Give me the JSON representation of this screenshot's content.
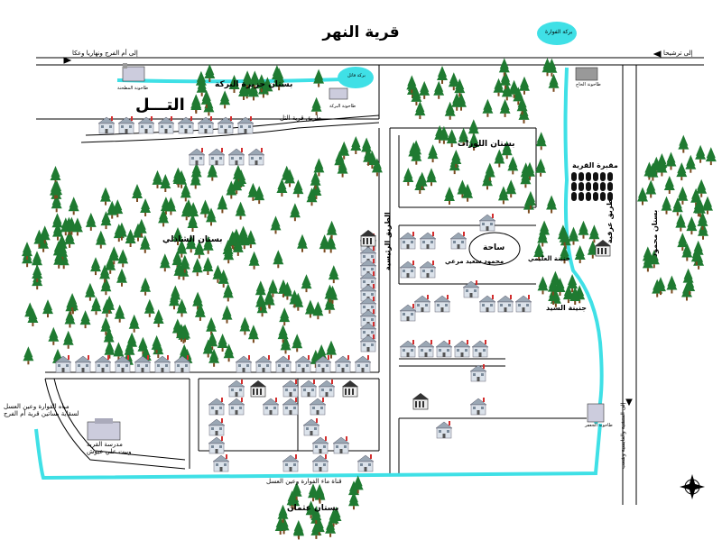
{
  "title": "قرية النهر",
  "labels": {
    "road_top_left": "إلى أم الفرج ونهاريا وعكا",
    "road_top_right": "إلى ترشيحا",
    "fawwara_pool": "بركة الفوارة",
    "road_tal": "طريق قرية التل",
    "road_east": "طريق عرقية",
    "road_bottom_right": "إلى المنشية والغابسية وشعب",
    "orchard_jazira": "بستان جزيرة البركة",
    "tal": "التـــل",
    "orchard_shathli": "بستان الشاذلي",
    "orchard_lawzat": "بستان اللوزات",
    "orchard_mahmoud": "بستان محمود",
    "orchard_othman": "بستان عثمان",
    "cemetery": "مقبرة القرية",
    "square": "ساحة",
    "garden_olayani": "جنينة العليمي",
    "garden_sayed": "جنينة السيد",
    "water_canal": "قناة ماء الفوارة وعين العسل",
    "school": "مدرسة القرية",
    "school_sub": "وبيت علي عيوش",
    "spring_note": "مياه الفوارة وعين العسل",
    "spring_note_2": "لسقاية بساتين قرية أم الفرج",
    "road_center": "الطريق الرئيسية",
    "mahmoud_house": "محمود سعيد مرعي",
    "mill_left": "طاحونة المطحنة",
    "mill_right": "طاحونة البركة",
    "bottom_mill": "طاحونة الجعفر",
    "lake_label": "بركة فاتل",
    "upper_mill": "طاحونة الحاج"
  },
  "colors": {
    "water": "#3fe0e6",
    "tree": "#1f7a31",
    "road": "#000000",
    "house_roof": "#d32d2d",
    "house_wall": "#dbe2ea"
  }
}
